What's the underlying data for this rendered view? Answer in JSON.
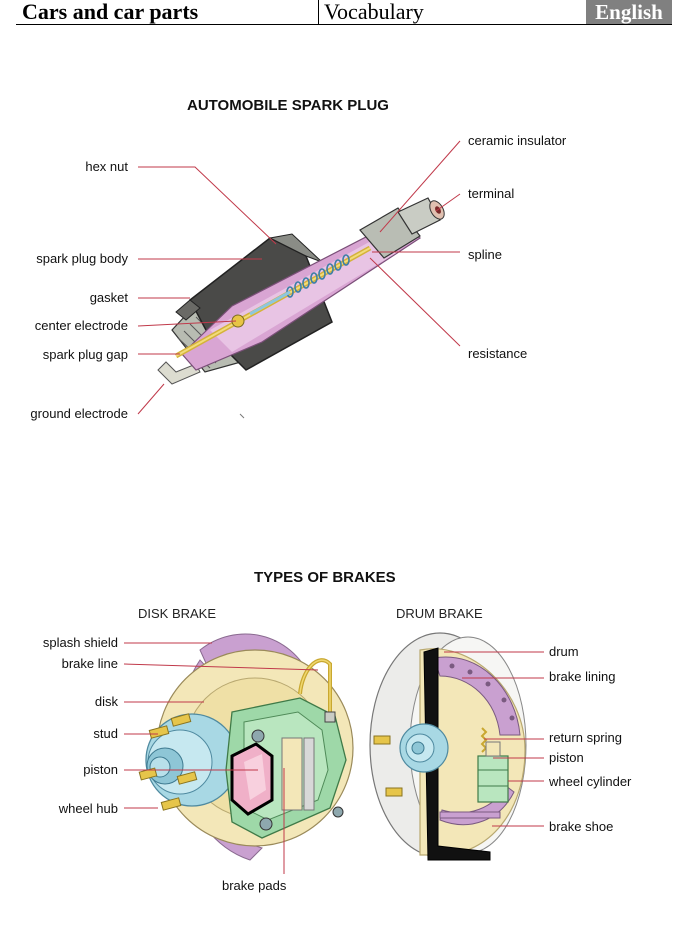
{
  "header": {
    "topic": "Cars and car parts",
    "section": "Vocabulary",
    "language": "English"
  },
  "spark_plug": {
    "title": "AUTOMOBILE SPARK PLUG",
    "labels": {
      "hex_nut": "hex nut",
      "spark_plug_body": "spark plug body",
      "gasket": "gasket",
      "center_electrode": "center electrode",
      "spark_plug_gap": "spark plug gap",
      "ground_electrode": "ground electrode",
      "ceramic_insulator": "ceramic insulator",
      "terminal": "terminal",
      "spline": "spline",
      "resistance": "resistance"
    }
  },
  "brakes": {
    "title": "TYPES OF BRAKES",
    "disk_brake": {
      "subtitle": "DISK BRAKE",
      "labels": {
        "splash_shield": "splash shield",
        "brake_line": "brake line",
        "disk": "disk",
        "stud": "stud",
        "piston": "piston",
        "wheel_hub": "wheel hub",
        "brake_pads": "brake pads"
      }
    },
    "drum_brake": {
      "subtitle": "DRUM BRAKE",
      "labels": {
        "drum": "drum",
        "brake_lining": "brake lining",
        "return_spring": "return spring",
        "piston": "piston",
        "wheel_cylinder": "wheel cylinder",
        "brake_shoe": "brake shoe"
      }
    }
  },
  "colors": {
    "leader_line": "#c0394a",
    "ceramic": "#d9a5d3",
    "metal_dark": "#3a3a3a",
    "metal_light": "#c9ccc4",
    "disk_face": "#f3e7b8",
    "caliper": "#9ed8a8",
    "hub": "#a8d8e4",
    "shield": "#c9a0d0"
  }
}
